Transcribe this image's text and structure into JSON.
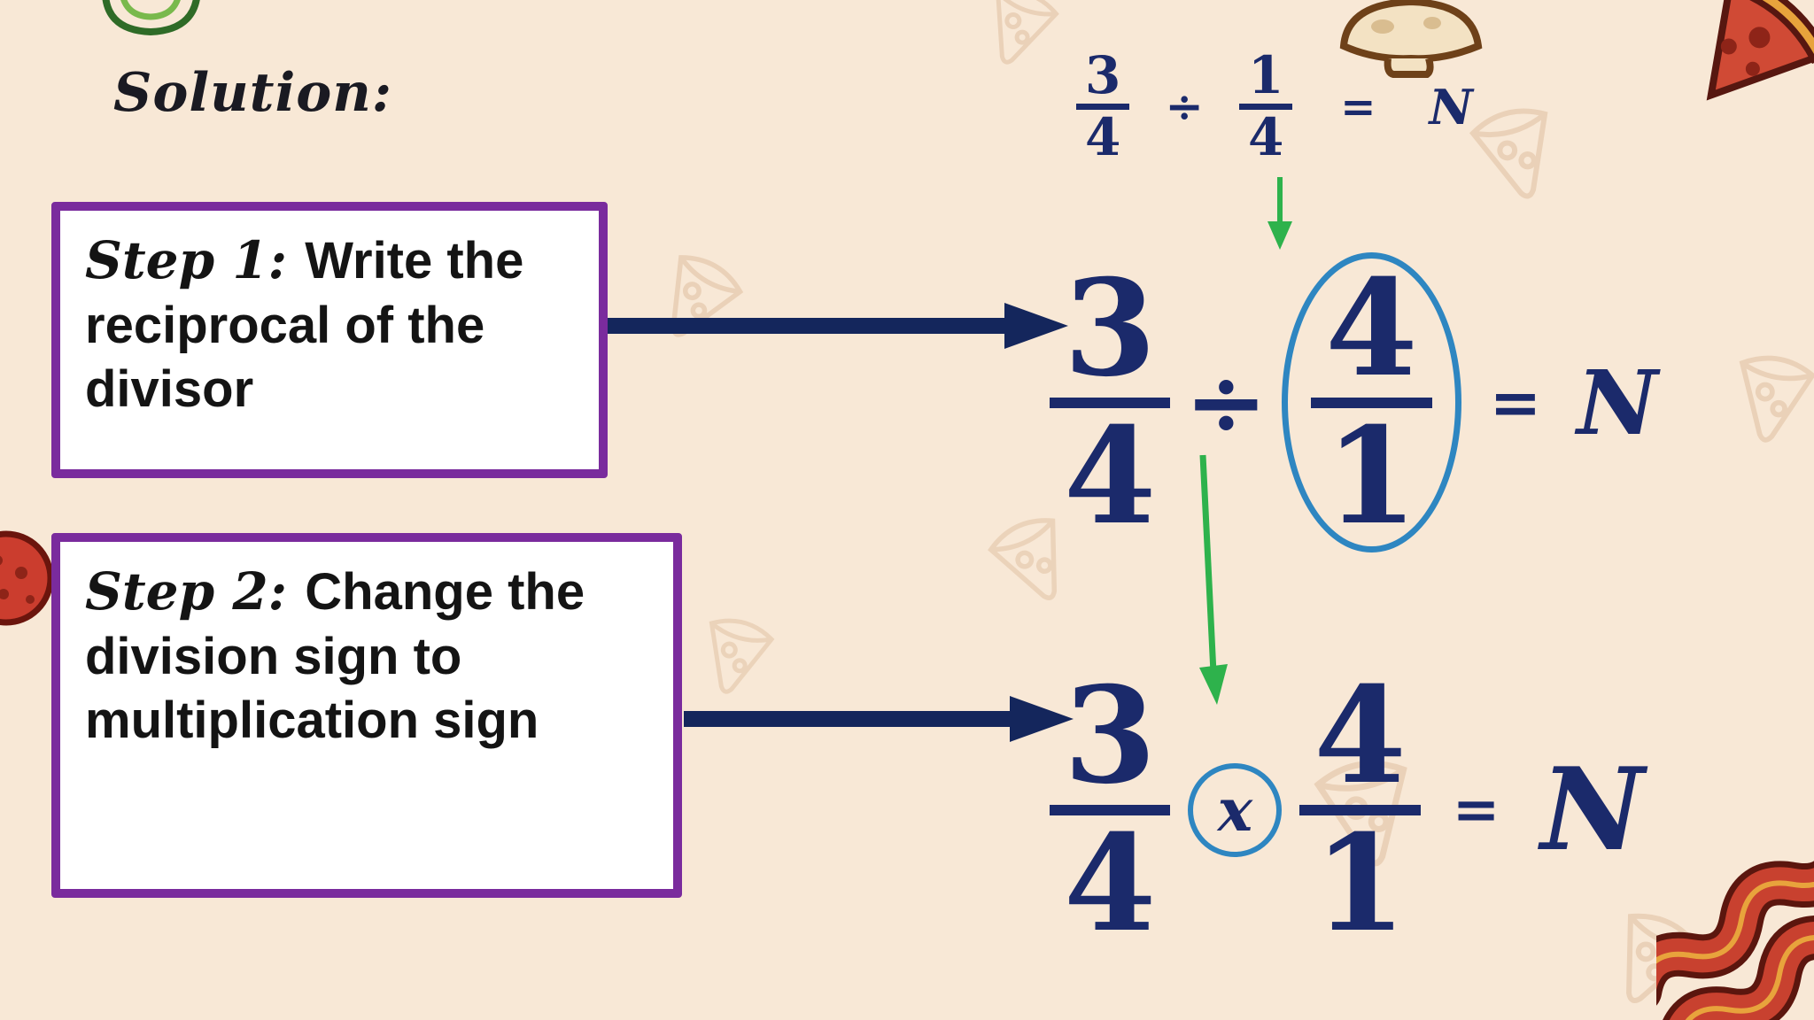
{
  "title": "Solution:",
  "steps": [
    {
      "label": "Step 1:",
      "text": "Write the reciprocal of the divisor"
    },
    {
      "label": "Step 2:",
      "text": "Change the division sign to multiplication sign"
    }
  ],
  "equations": {
    "top": {
      "n1": "3",
      "d1": "4",
      "op": "÷",
      "n2": "1",
      "d2": "4",
      "eq": "=",
      "result": "N"
    },
    "middle": {
      "n1": "3",
      "d1": "4",
      "op": "÷",
      "n2": "4",
      "d2": "1",
      "eq": "=",
      "result": "N"
    },
    "bottom": {
      "n1": "3",
      "d1": "4",
      "op": "x",
      "n2": "4",
      "d2": "1",
      "eq": "=",
      "result": "N"
    }
  },
  "colors": {
    "background": "#f8e8d6",
    "math_navy": "#1b2a6b",
    "arrow_navy": "#14265c",
    "green_arrow": "#2eb24c",
    "highlight_blue": "#2e86c1",
    "box_border_purple": "#7a2b9d",
    "step_text_black": "#141414"
  },
  "decorations": {
    "icons": [
      "pepper-icon",
      "mushroom-icon",
      "pizza-slice-icon",
      "pepperoni-icon",
      "bacon-icon",
      "pizza-doodle-icon"
    ]
  }
}
